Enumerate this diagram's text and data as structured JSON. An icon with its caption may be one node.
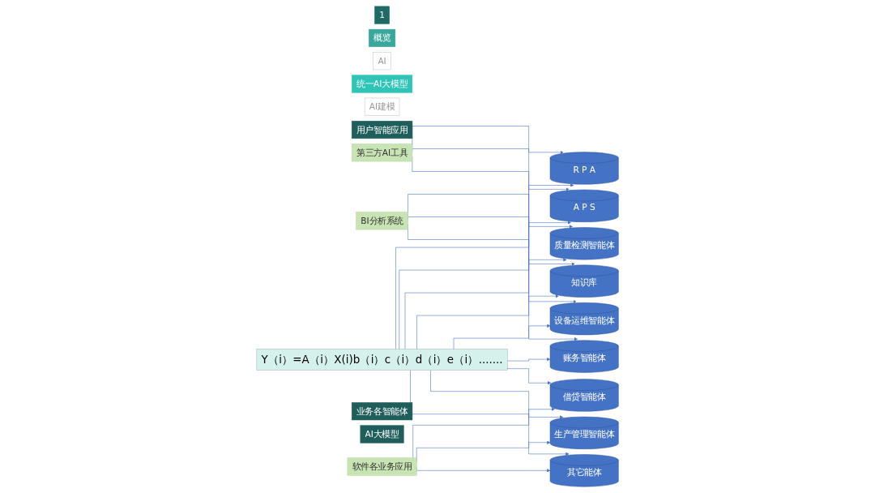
{
  "diagram": {
    "nodes": [
      {
        "text": [
          "1"
        ]
      },
      {
        "text": [
          "概览"
        ]
      },
      {
        "text": [
          "AI"
        ]
      },
      {
        "text": [
          "统一AI大模型"
        ]
      },
      {
        "text": [
          "AI建模"
        ]
      },
      {
        "text": [
          "用户智能应用"
        ]
      },
      {
        "text": [
          "第三方AI工具"
        ]
      },
      {
        "text": [
          "BI分析系统"
        ]
      },
      {
        "text": [
          "软件各业务应用"
        ]
      },
      {
        "text": [
          "业务各智能体"
        ]
      },
      {
        "text": [
          "R P A"
        ]
      },
      {
        "text": [
          "A P S"
        ]
      },
      {
        "text": [
          "质量检测智能体"
        ]
      },
      {
        "text": [
          "知识库"
        ]
      },
      {
        "text": [
          "设备运维智能体"
        ]
      },
      {
        "text": [
          "账务智能体"
        ]
      },
      {
        "text": [
          "借贷智能体"
        ]
      },
      {
        "text": [
          "生产管理智能体"
        ]
      },
      {
        "text": [
          "其它能体"
        ]
      },
      {
        "text": [
          "AI大模型"
        ]
      },
      {
        "text": [
          "Y（i）=A（i）X(i)b（i）c（i）d（i）e（i）......."
        ]
      }
    ],
    "edges": [
      {
        "from": 6,
        "to": 10,
        "arrow": "to"
      },
      {
        "from": 6,
        "to": 11,
        "arrow": "to"
      },
      {
        "from": 6,
        "to": 12,
        "arrow": "to"
      },
      {
        "from": 7,
        "to": 13,
        "arrow": "to"
      },
      {
        "from": 7,
        "to": 14,
        "arrow": "to"
      },
      {
        "from": 7,
        "to": 15,
        "arrow": "to"
      },
      {
        "from": 8,
        "to": 16,
        "arrow": "to"
      },
      {
        "from": 8,
        "to": 17,
        "arrow": "to"
      },
      {
        "from": 8,
        "to": 18,
        "arrow": "to"
      },
      {
        "from": 20,
        "to": 10,
        "arrow": "to"
      },
      {
        "from": 20,
        "to": 11,
        "arrow": "to"
      },
      {
        "from": 20,
        "to": 12,
        "arrow": "to"
      },
      {
        "from": 20,
        "to": 13,
        "arrow": "to"
      },
      {
        "from": 20,
        "to": 14,
        "arrow": "to"
      },
      {
        "from": 20,
        "to": 15,
        "arrow": "to"
      },
      {
        "from": 20,
        "to": 16,
        "arrow": "to"
      },
      {
        "from": 20,
        "to": 17,
        "arrow": "to"
      },
      {
        "from": 20,
        "to": 18,
        "arrow": "to"
      }
    ]
  }
}
